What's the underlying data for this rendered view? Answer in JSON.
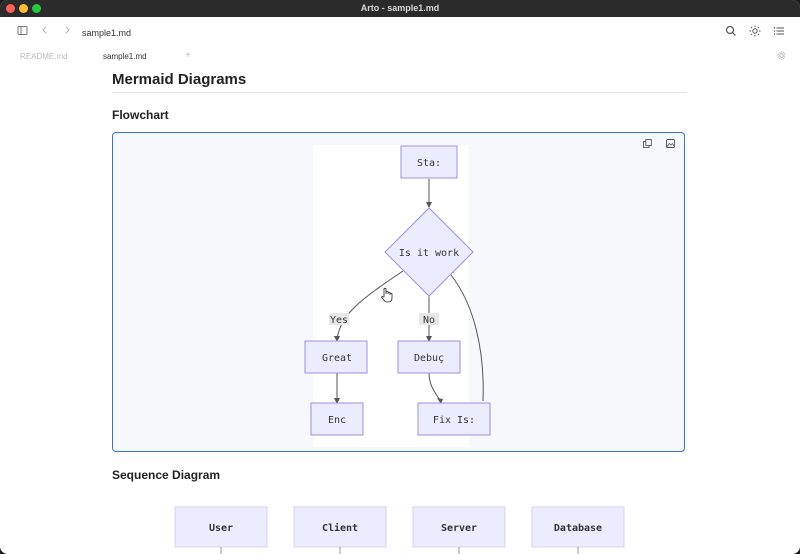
{
  "window": {
    "title": "Arto - sample1.md"
  },
  "toolbar": {
    "breadcrumb": "sample1.md"
  },
  "tabs": [
    {
      "label": "README.md",
      "active": false
    },
    {
      "label": "sample1.md",
      "active": true
    }
  ],
  "document": {
    "title": "Mermaid Diagrams",
    "sections": {
      "flowchart": "Flowchart",
      "sequence": "Sequence Diagram"
    }
  },
  "flowchart": {
    "nodes": {
      "start": "Sta:",
      "decision": "Is it work",
      "great": "Great",
      "debug": "Debuç",
      "end": "Enc",
      "fix": "Fix Is:"
    },
    "edge_labels": {
      "yes": "Yes",
      "no": "No"
    }
  },
  "sequence": {
    "participants": [
      "User",
      "Client",
      "Server",
      "Database"
    ]
  },
  "colors": {
    "accent": "#3b73c6",
    "node_fill": "#ececff",
    "node_stroke": "#9370db"
  },
  "icons": {
    "sidebar": "sidebar-toggle-icon",
    "back": "chevron-left-icon",
    "forward": "chevron-right-icon",
    "search": "search-icon",
    "theme": "sun-icon",
    "toc": "list-icon",
    "settings": "gear-icon",
    "copy": "copy-icon",
    "image": "image-icon"
  }
}
